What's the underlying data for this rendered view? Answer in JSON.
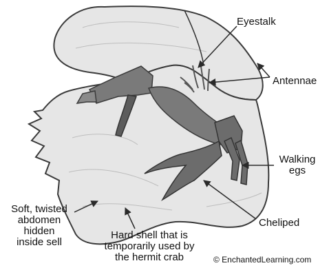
{
  "labels": {
    "eyestalk": "Eyestalk",
    "antennae": "Antennae",
    "walking_legs": [
      "Walking",
      "egs"
    ],
    "cheliped": "Cheliped",
    "abdomen": [
      "Soft, twisted",
      "abdomen",
      "hidden",
      "inside sell"
    ],
    "shell": [
      "Hard shell that is",
      "temporarily used by",
      "the hermit crab"
    ]
  },
  "credit": "© EnchantedLearning.com",
  "colors": {
    "shell_fill": "#e6e6e6",
    "shell_stroke": "#3a3a3a",
    "crab_body": "#7a7a7a",
    "crab_dark": "#4a4a4a",
    "pointer": "#2a2a2a"
  }
}
